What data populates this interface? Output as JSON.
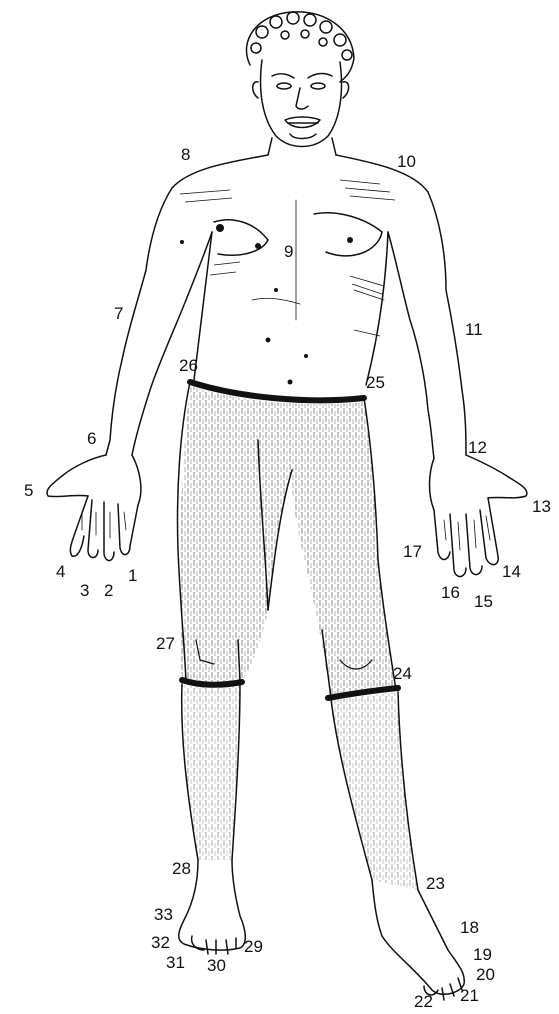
{
  "colors": {
    "ink": "#111111",
    "paper": "#ffffff"
  },
  "labels": {
    "n1": "1",
    "n2": "2",
    "n3": "3",
    "n4": "4",
    "n5": "5",
    "n6": "6",
    "n7": "7",
    "n8": "8",
    "n9": "9",
    "n10": "10",
    "n11": "11",
    "n12": "12",
    "n13": "13",
    "n14": "14",
    "n15": "15",
    "n16": "16",
    "n17": "17",
    "n18": "18",
    "n19": "19",
    "n20": "20",
    "n21": "21",
    "n22": "22",
    "n23": "23",
    "n24": "24",
    "n25": "25",
    "n26": "26",
    "n27": "27",
    "n28": "28",
    "n29": "29",
    "n30": "30",
    "n31": "31",
    "n32": "32",
    "n33": "33"
  }
}
